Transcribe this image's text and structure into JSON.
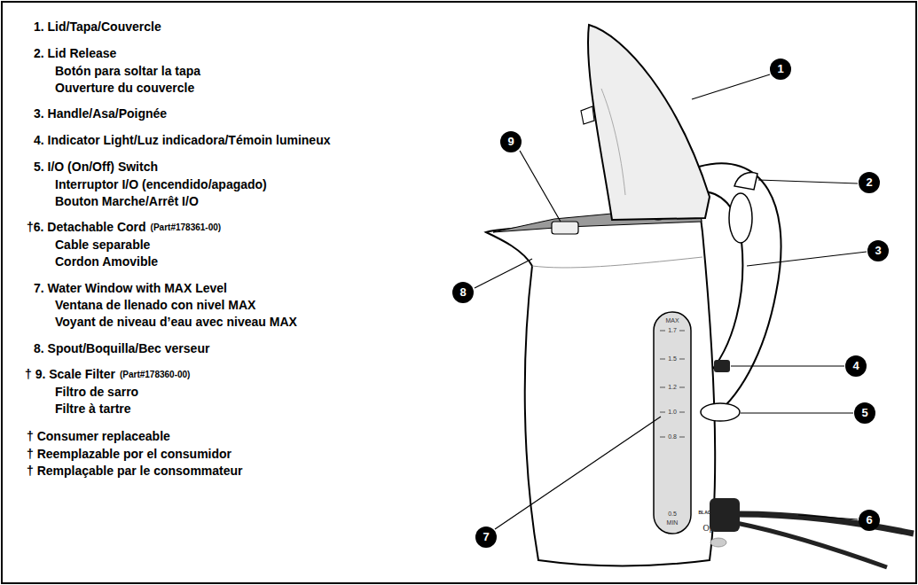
{
  "diagram": {
    "labels": [
      "1. Lid/Tapa/Couvercle",
      "2. Lid Release",
      "Botón para soltar la tapa",
      "Ouverture du couvercle",
      "3. Handle/Asa/Poignée",
      "4. Indicator Light/Luz indicadora/Témoin lumineux",
      "5. I/O (On/Off) Switch",
      "Interruptor I/O (encendido/apagado)",
      "Bouton Marche/Arrêt I/O",
      "†6. Detachable Cord",
      "(Part#178361-00)",
      "Cable separable",
      "Cordon Amovible",
      "7. Water Window with MAX Level",
      "Ventana de llenado con nivel MAX",
      "Voyant de niveau d’eau avec niveau MAX",
      "8. Spout/Boquilla/Bec verseur",
      "† 9. Scale Filter",
      "(Part#178360-00)",
      "Filtro de sarro",
      "Filtre à tartre",
      "† Consumer replaceable",
      "† Reemplazable por el consumidor",
      "† Remplaçable par le consommateur",
      "1",
      "2",
      "3",
      "4",
      "5",
      "6",
      "7",
      "8",
      "9",
      "MAX",
      "1.7",
      "1.5",
      "1.2",
      "1.0",
      "0.8",
      "0.5",
      "MIN",
      "BLACK & DECKER",
      "OptiBoil"
    ]
  }
}
